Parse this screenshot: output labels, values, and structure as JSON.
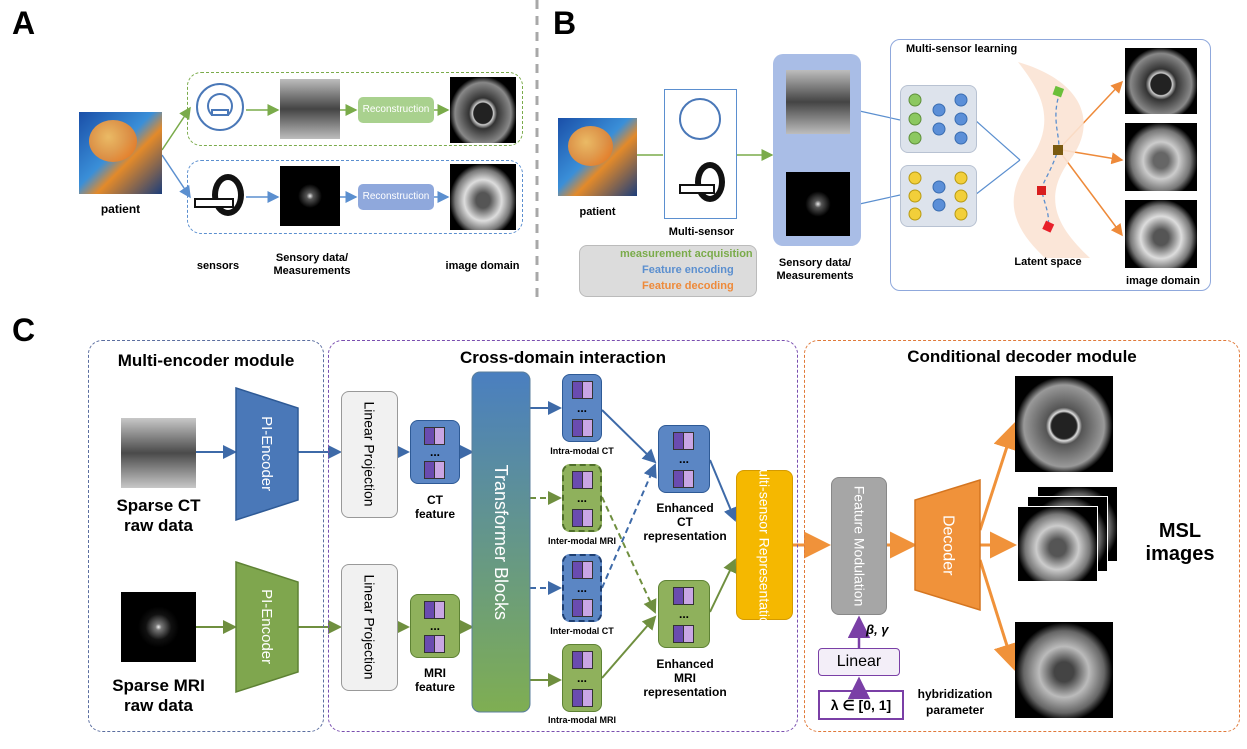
{
  "panel_a": {
    "letter": "A",
    "patient_label": "patient",
    "reconstruction_top": "Reconstruction",
    "reconstruction_bottom": "Reconstruction",
    "sensors_label": "sensors",
    "sensory_label_1": "Sensory data/",
    "sensory_label_2": "Measurements",
    "image_domain_label": "image domain"
  },
  "panel_b": {
    "letter": "B",
    "patient_label": "patient",
    "multisensor_label": "Multi-sensor",
    "msl_title": "Multi-sensor learning",
    "latent_label": "Latent space",
    "image_domain_label": "image domain",
    "sensory_label_1": "Sensory data/",
    "sensory_label_2": "Measurements",
    "legend": {
      "acquisition": "measurement acquisition",
      "encoding": "Feature encoding",
      "decoding": "Feature decoding"
    }
  },
  "panel_c": {
    "letter": "C",
    "multi_encoder_title": "Multi-encoder module",
    "cross_domain_title": "Cross-domain interaction",
    "decoder_title": "Conditional decoder module",
    "sparse_ct_1": "Sparse CT",
    "sparse_ct_2": "raw data",
    "sparse_mri_1": "Sparse MRI",
    "sparse_mri_2": "raw data",
    "pi_encoder_top": "PI-Encoder",
    "pi_encoder_bottom": "PI-Encoder",
    "linear_projection_top": "Linear\nProjection",
    "linear_projection_bottom": "Linear\nProjection",
    "ct_feature_1": "CT",
    "ct_feature_2": "feature",
    "mri_feature_1": "MRI",
    "mri_feature_2": "feature",
    "transformer": "Transformer Blocks",
    "intra_ct": "Intra-modal CT",
    "inter_mri": "Inter-modal MRI",
    "inter_ct": "Inter-modal CT",
    "intra_mri": "Intra-modal MRI",
    "enh_ct_1": "Enhanced",
    "enh_ct_2": "CT",
    "enh_ct_3": "representation",
    "enh_mri_1": "Enhanced",
    "enh_mri_2": "MRI",
    "enh_mri_3": "representation",
    "multisensor_rep": "Multi-sensor\nRepresentation",
    "feature_modulation": "Feature\nModulation",
    "decoder": "Decoder",
    "beta_gamma": "β, γ",
    "linear": "Linear",
    "lambda": "λ ∈ [0, 1]",
    "hybrid_1": "hybridization",
    "hybrid_2": "parameter",
    "msl_1": "MSL",
    "msl_2": "images",
    "dots": "..."
  },
  "colors": {
    "acquisition": "#7aab4a",
    "encoding": "#5b8fcf",
    "decoding": "#ee8a3a",
    "ct_blue": "#4a78b8",
    "mri_green": "#7a9c48",
    "orange": "#f0923a",
    "yellow": "#f5b800",
    "purple": "#7a3fa6"
  }
}
